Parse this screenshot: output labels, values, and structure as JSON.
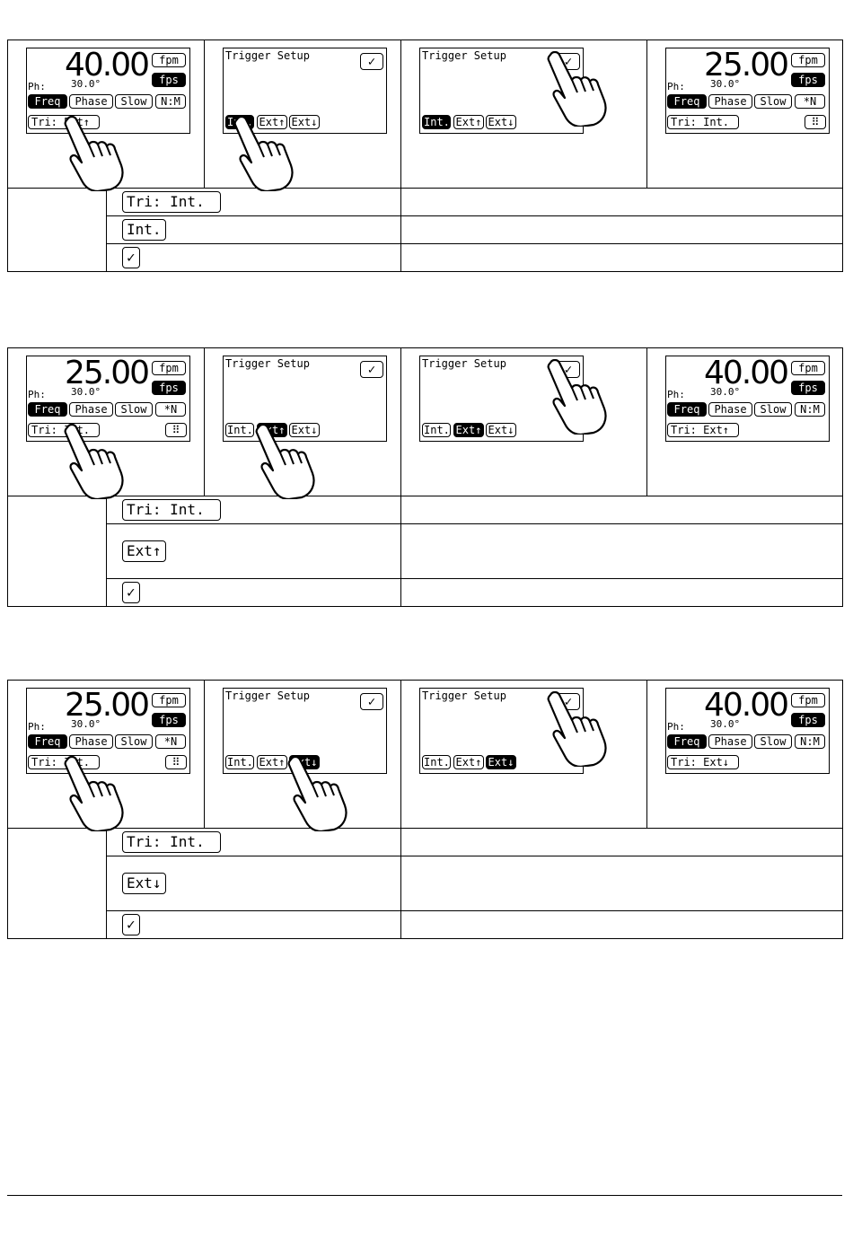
{
  "screen_main": {
    "ph_label": "Ph:",
    "ph_value": "30.0°",
    "fpm": "fpm",
    "fps": "fps",
    "freq": "Freq",
    "phase": "Phase",
    "slow": "Slow",
    "grid_icon": "grid-icon"
  },
  "screen_trigger": {
    "title": "Trigger Setup",
    "check": "✓",
    "int": "Int.",
    "ext_up": "Ext↑",
    "ext_down": "Ext↓"
  },
  "blocks": [
    {
      "s1": {
        "value": "40.00",
        "nm": "N:M",
        "tri": "Tri: Ext↑"
      },
      "s4": {
        "value": "25.00",
        "nm": "*N",
        "tri": "Tri: Int."
      },
      "keys": {
        "k1": "Tri: Int.",
        "k2": "Int.",
        "k3": "✓"
      }
    },
    {
      "s1": {
        "value": "25.00",
        "nm": "*N",
        "tri": "Tri: Int."
      },
      "s4": {
        "value": "40.00",
        "nm": "N:M",
        "tri": "Tri: Ext↑"
      },
      "keys": {
        "k1": "Tri: Int.",
        "k2": "Ext↑",
        "k3": "✓"
      }
    },
    {
      "s1": {
        "value": "25.00",
        "nm": "*N",
        "tri": "Tri: Int."
      },
      "s4": {
        "value": "40.00",
        "nm": "N:M",
        "tri": "Tri: Ext↓"
      },
      "keys": {
        "k1": "Tri: Int.",
        "k2": "Ext↓",
        "k3": "✓"
      }
    }
  ]
}
